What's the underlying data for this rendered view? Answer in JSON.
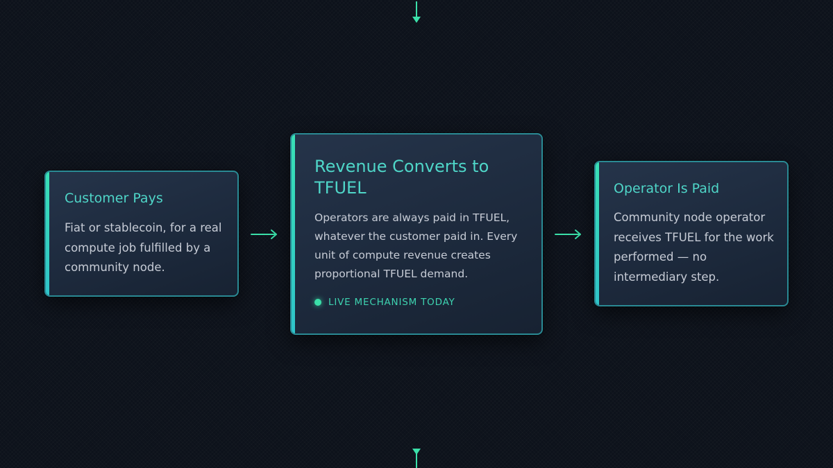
{
  "accent": "#3be0a9",
  "border_color": "#2a8a94",
  "title_color": "#4fd6c8",
  "steps": [
    {
      "title": "Customer Pays",
      "body": "Fiat or stablecoin, for a real compute job fulfilled by a community node."
    },
    {
      "title": "Revenue Converts to TFUEL",
      "body": "Operators are always paid in TFUEL, whatever the customer paid in. Every unit of compute revenue creates proportional TFUEL demand.",
      "status": "LIVE MECHANISM TODAY"
    },
    {
      "title": "Operator Is Paid",
      "body": "Community node operator receives TFUEL for the work performed — no intermediary step."
    }
  ],
  "connectors": [
    {
      "from": "top",
      "to": "flow",
      "icon": "arrow-down-icon"
    },
    {
      "from": "Customer Pays",
      "to": "Revenue Converts to TFUEL",
      "icon": "arrow-right-icon"
    },
    {
      "from": "Revenue Converts to TFUEL",
      "to": "Operator Is Paid",
      "icon": "arrow-right-icon"
    },
    {
      "from": "flow",
      "to": "bottom",
      "icon": "arrow-down-icon"
    }
  ]
}
